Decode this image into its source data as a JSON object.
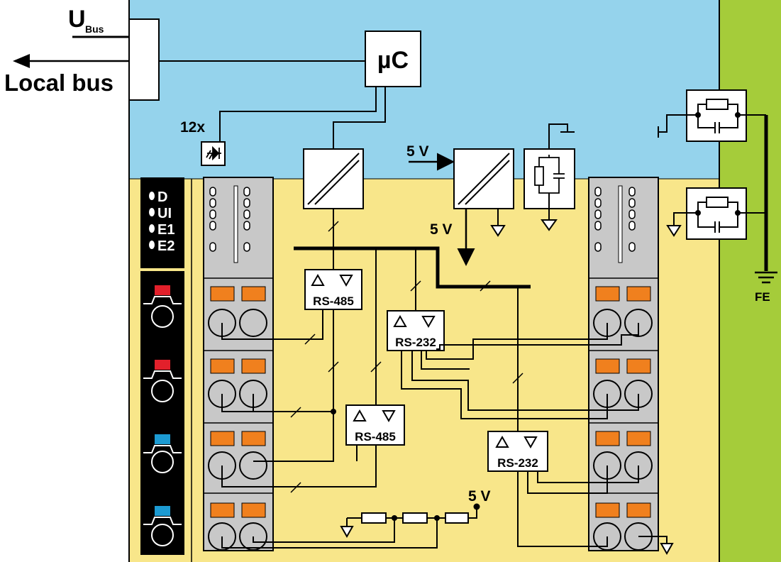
{
  "labels": {
    "ubus_main": "U",
    "ubus_sub": "Bus",
    "local_bus": "Local bus",
    "microcontroller": "µC",
    "led_count": "12x",
    "supply_in": "5 V",
    "supply_out": "5 V",
    "supply_divider": "5 V",
    "functional_earth": "FE"
  },
  "led_legend": [
    "D",
    "UI",
    "E1",
    "E2"
  ],
  "transceivers": [
    "RS-485",
    "RS-485",
    "RS-232",
    "RS-232"
  ],
  "colors": {
    "logic_area": "#95d3ec",
    "io_area": "#f8e68a",
    "fe_strip": "#a5cc3a",
    "terminal_gray": "#c8c8c8",
    "terminal_orange": "#f0801e",
    "connector_red": "#e2202b",
    "connector_blue": "#1c9ad2"
  }
}
